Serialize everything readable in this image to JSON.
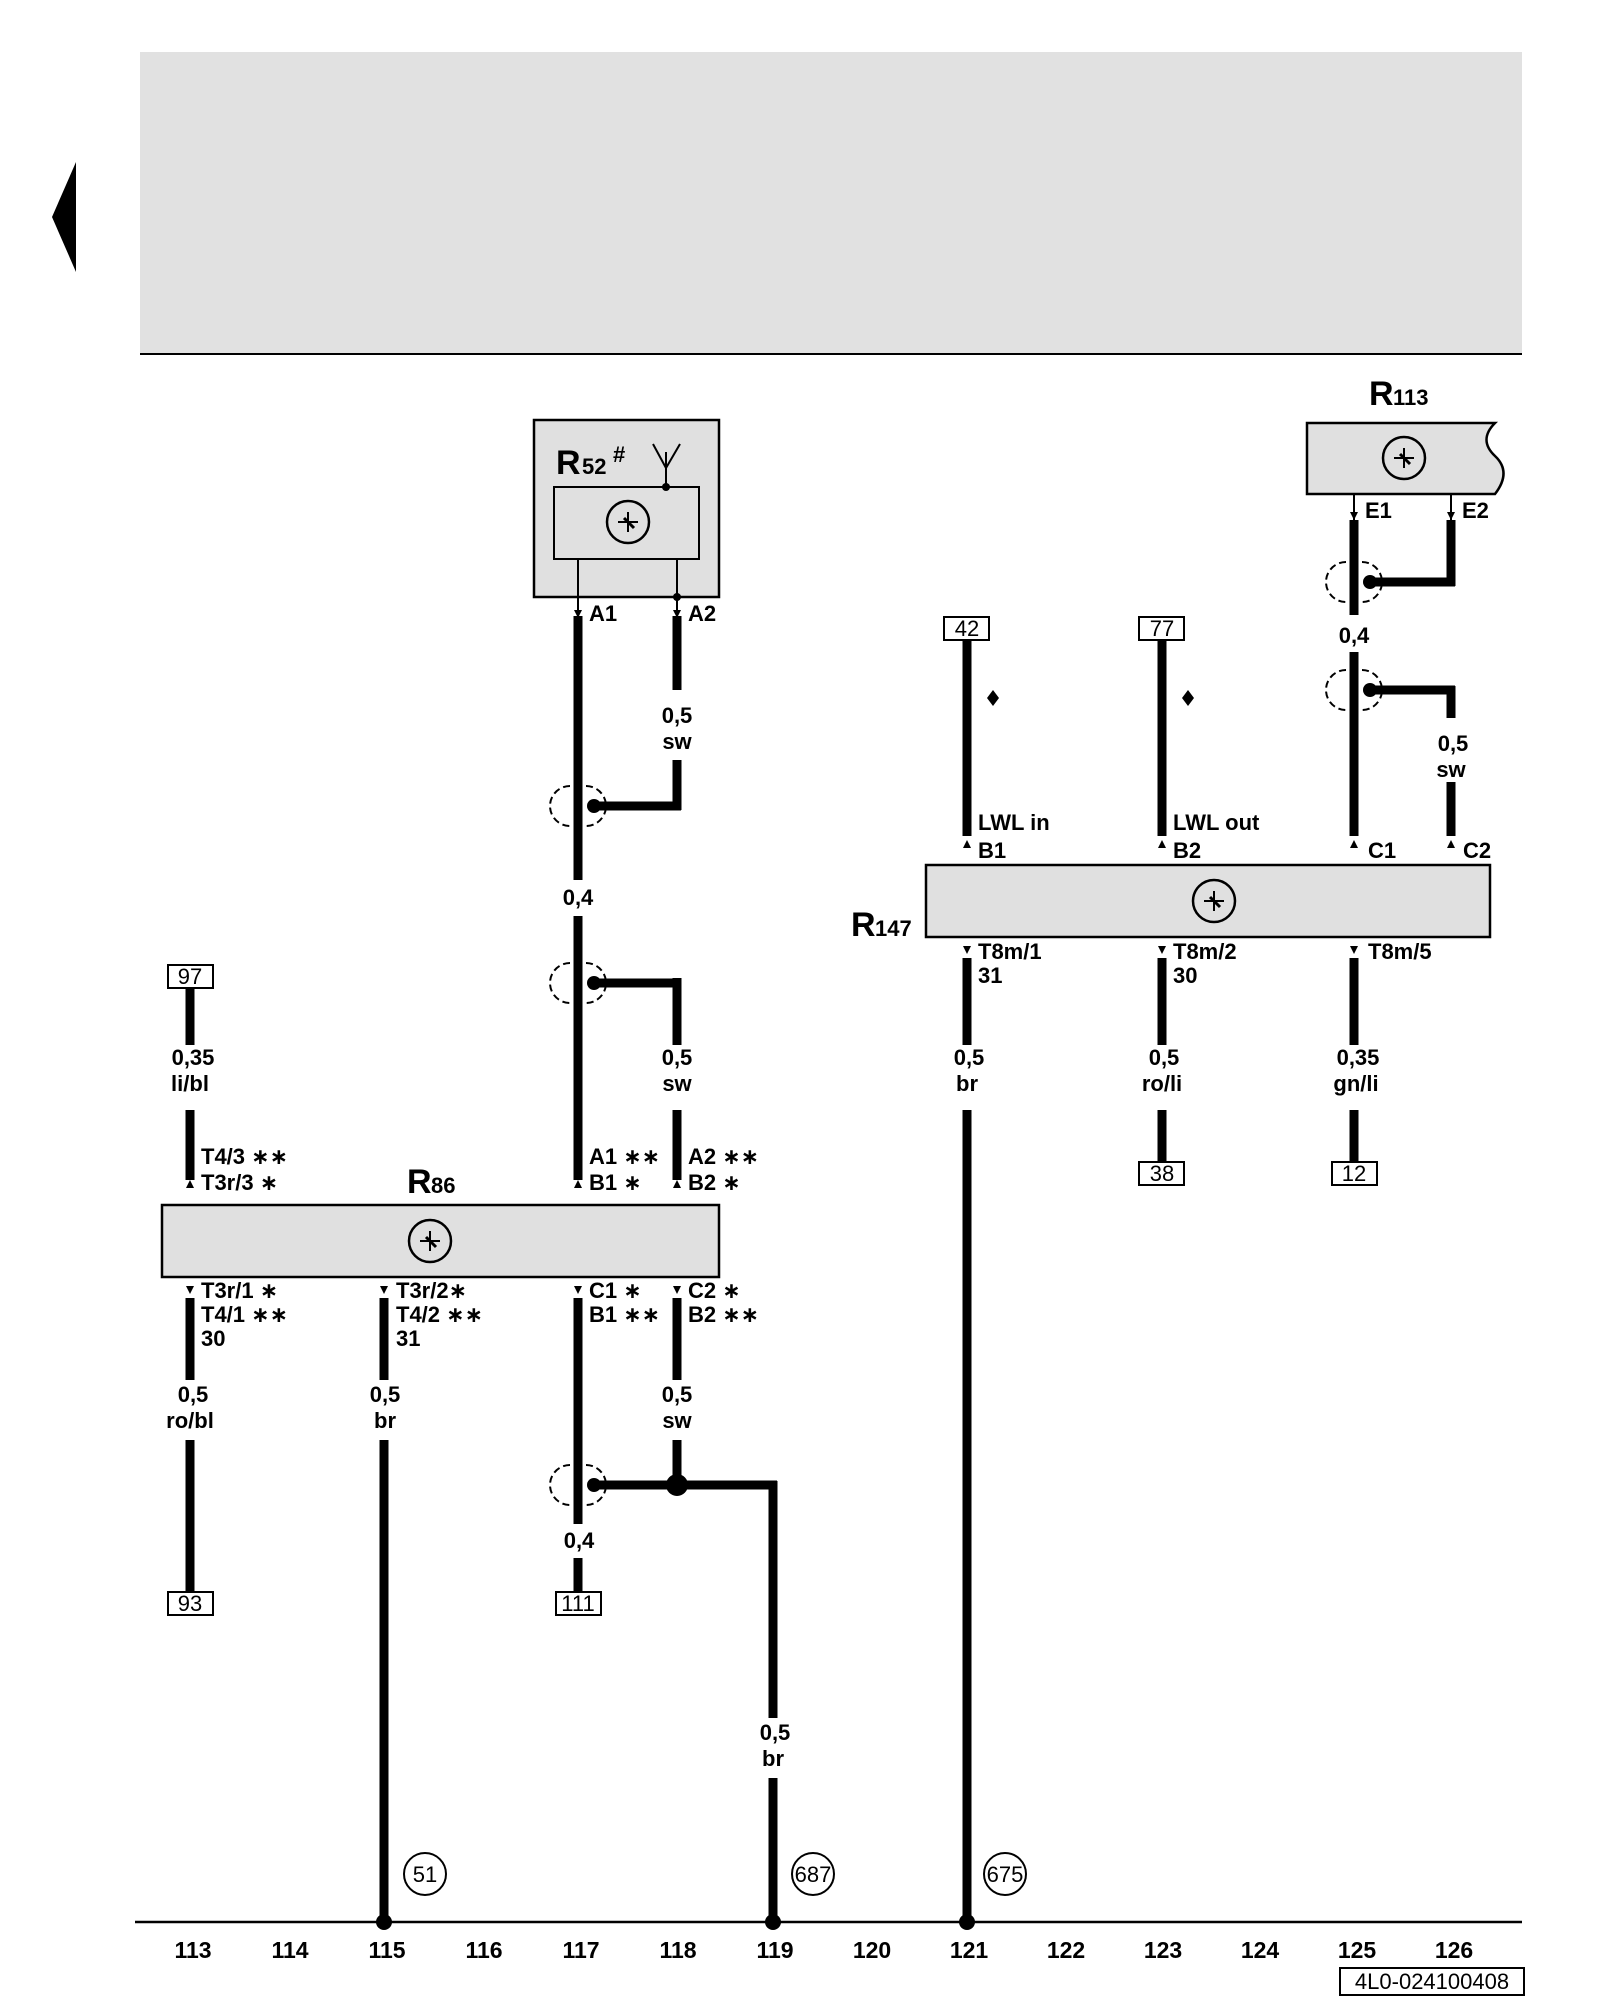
{
  "nav": {
    "back_icon": "back-triangle-icon"
  },
  "components": {
    "R52": {
      "letter": "R",
      "num": "52",
      "mark": "#",
      "pins": [
        "A1",
        "A2"
      ]
    },
    "R113": {
      "letter": "R",
      "num": "113",
      "pins": [
        "E1",
        "E2"
      ]
    },
    "R147": {
      "letter": "R",
      "num": "147",
      "pins_top": [
        "B1",
        "B2",
        "C1",
        "C2"
      ],
      "pins_bottom": [
        "T8m/1",
        "T8m/2",
        "T8m/5"
      ],
      "terminals": [
        "31",
        "30"
      ]
    },
    "R86": {
      "letter": "R",
      "num": "86",
      "top_left": [
        "T4/3 ∗∗",
        "T3r/3 ∗"
      ],
      "top_mid": [
        "A1 ∗∗",
        "B1 ∗"
      ],
      "top_right": [
        "A2 ∗∗",
        "B2 ∗"
      ],
      "bot_a": [
        "T3r/1 ∗",
        "T4/1 ∗∗",
        "30"
      ],
      "bot_b": [
        "T3r/2∗",
        "T4/2 ∗∗",
        "31"
      ],
      "bot_c": [
        "C1 ∗",
        "B1 ∗∗"
      ],
      "bot_d": [
        "C2 ∗",
        "B2 ∗∗"
      ]
    }
  },
  "wires": {
    "w_r52_a2": [
      "0,5",
      "sw"
    ],
    "w_mid_04": "0,4",
    "w_r86_a2": [
      "0,5",
      "sw"
    ],
    "w_97": [
      "0,35",
      "li/bl"
    ],
    "w_ro_bl": [
      "0,5",
      "ro/bl"
    ],
    "w_br_115": [
      "0,5",
      "br"
    ],
    "w_sw_118": [
      "0,5",
      "sw"
    ],
    "w_low_04": "0,4",
    "w_br_119": [
      "0,5",
      "br"
    ],
    "w_r113_04": "0,4",
    "w_r113_sw": [
      "0,5",
      "sw"
    ],
    "w_br_121": [
      "0,5",
      "br"
    ],
    "w_ro_li": [
      "0,5",
      "ro/li"
    ],
    "w_gn_li": [
      "0,35",
      "gn/li"
    ],
    "lwl_in": "LWL in",
    "lwl_out": "LWL out"
  },
  "refs": {
    "top": [
      "42",
      "77",
      "97"
    ],
    "bottom": [
      "93",
      "111",
      "38",
      "12"
    ],
    "circled": [
      "51",
      "687",
      "675"
    ]
  },
  "columns": [
    "113",
    "114",
    "115",
    "116",
    "117",
    "118",
    "119",
    "120",
    "121",
    "122",
    "123",
    "124",
    "125",
    "126"
  ],
  "doc_id": "4L0-024100408"
}
